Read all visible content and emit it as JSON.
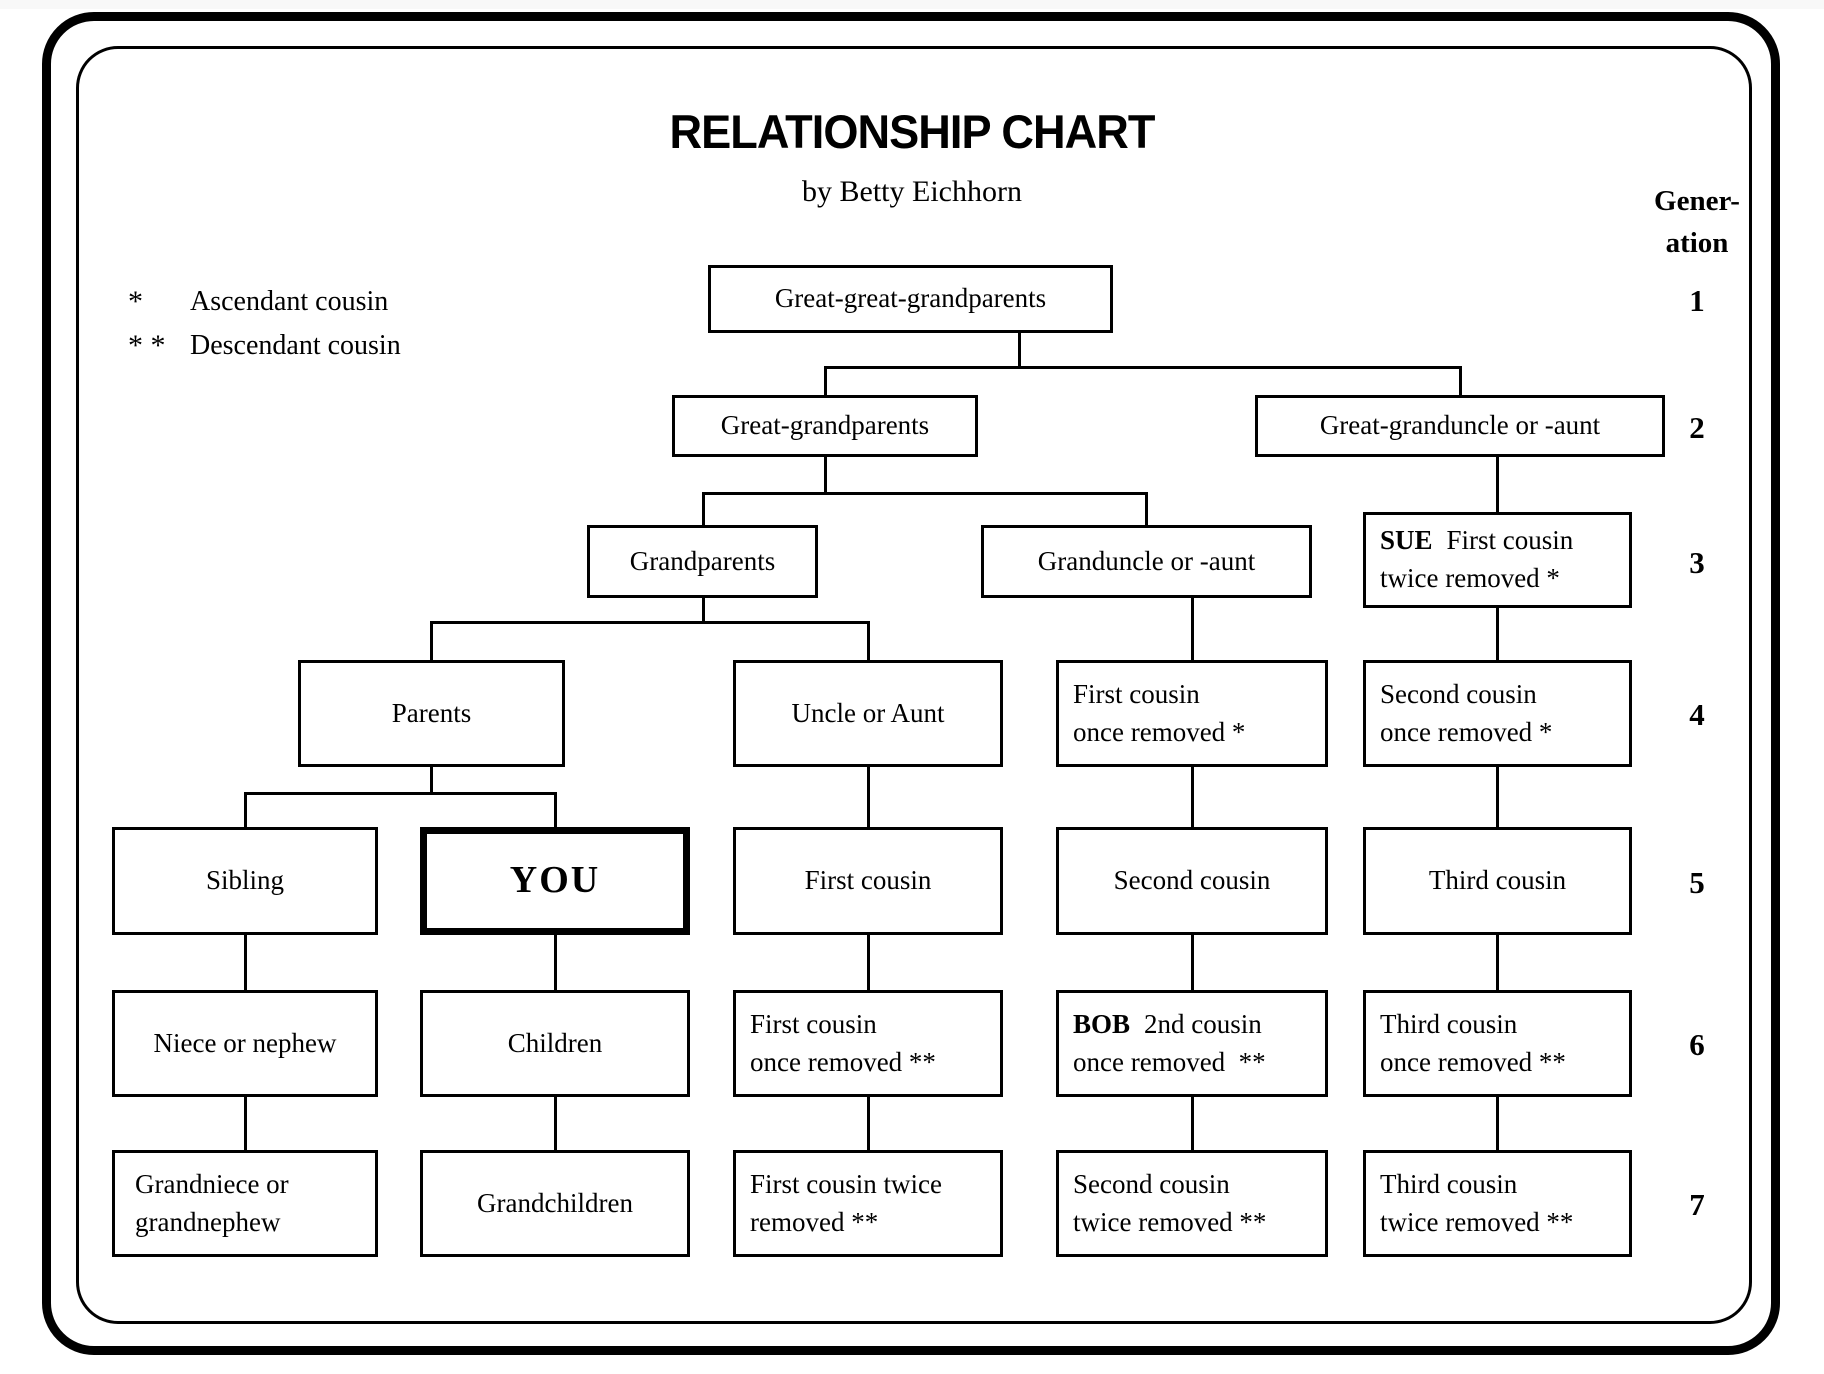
{
  "title": "RELATIONSHIP CHART",
  "subtitle": "by Betty Eichhorn",
  "legend": {
    "items": [
      {
        "symbol": "*",
        "label": "Ascendant cousin"
      },
      {
        "symbol": "* *",
        "label": "Descendant cousin"
      }
    ]
  },
  "generation_header": {
    "line1": "Gener-",
    "line2": "ation"
  },
  "generation_numbers": [
    "1",
    "2",
    "3",
    "4",
    "5",
    "6",
    "7"
  ],
  "nodes": {
    "great_great_grandparents": {
      "label": "Great-great-grandparents",
      "generation": "1"
    },
    "great_grandparents": {
      "label": "Great-grandparents",
      "generation": "2"
    },
    "great_granduncle_or_aunt": {
      "label": "Great-granduncle or -aunt",
      "generation": "2"
    },
    "grandparents": {
      "label": "Grandparents",
      "generation": "3"
    },
    "granduncle_or_aunt": {
      "label": "Granduncle or -aunt",
      "generation": "3"
    },
    "sue": {
      "name": "SUE",
      "line1": "First cousin",
      "line2": "twice removed *",
      "generation": "3"
    },
    "parents": {
      "label": "Parents",
      "generation": "4"
    },
    "uncle_or_aunt": {
      "label": "Uncle or Aunt",
      "generation": "4"
    },
    "first_cousin_once_removed_asc": {
      "line1": "First cousin",
      "line2": "once removed *",
      "generation": "4"
    },
    "second_cousin_once_removed_asc": {
      "line1": "Second cousin",
      "line2": "once removed *",
      "generation": "4"
    },
    "sibling": {
      "label": "Sibling",
      "generation": "5"
    },
    "you": {
      "label": "YOU",
      "generation": "5"
    },
    "first_cousin": {
      "label": "First cousin",
      "generation": "5"
    },
    "second_cousin": {
      "label": "Second cousin",
      "generation": "5"
    },
    "third_cousin": {
      "label": "Third cousin",
      "generation": "5"
    },
    "niece_or_nephew": {
      "label": "Niece or nephew",
      "generation": "6"
    },
    "children": {
      "label": "Children",
      "generation": "6"
    },
    "first_cousin_once_removed_desc": {
      "line1": "First cousin",
      "line2": "once removed **",
      "generation": "6"
    },
    "bob": {
      "name": "BOB",
      "line1": "2nd cousin",
      "line2": "once removed  **",
      "generation": "6"
    },
    "third_cousin_once_removed_desc": {
      "line1": "Third cousin",
      "line2": "once removed **",
      "generation": "6"
    },
    "grandniece_or_grandnephew": {
      "line1": "Grandniece or",
      "line2": "grandnephew",
      "generation": "7"
    },
    "grandchildren": {
      "label": "Grandchildren",
      "generation": "7"
    },
    "first_cousin_twice_removed_desc": {
      "line1": "First cousin twice",
      "line2": "removed **",
      "generation": "7"
    },
    "second_cousin_twice_removed_desc": {
      "line1": "Second cousin",
      "line2": "twice removed **",
      "generation": "7"
    },
    "third_cousin_twice_removed_desc": {
      "line1": "Third cousin",
      "line2": "twice removed **",
      "generation": "7"
    }
  },
  "colors": {
    "ink": "#000000",
    "background": "#ffffff"
  }
}
